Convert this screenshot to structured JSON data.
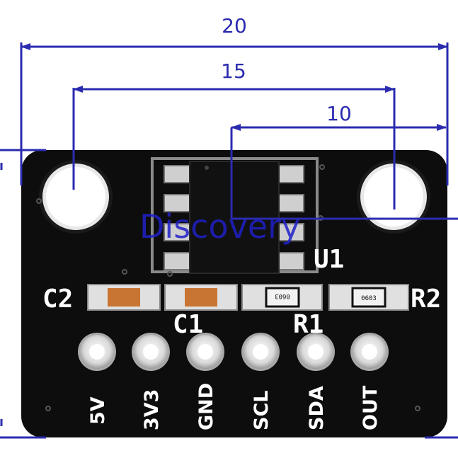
{
  "dimensions": {
    "width_total": "20",
    "hole_spacing": "15",
    "ic_offset": "10"
  },
  "board": {
    "ic_ref": "U1",
    "components": {
      "c2": "C2",
      "c1": "C1",
      "r1": "R1",
      "r2": "R2",
      "r1_code": "0603",
      "r2_code": "0603"
    },
    "pins": [
      "5V",
      "3V3",
      "GND",
      "SCL",
      "SDA",
      "OUT"
    ]
  },
  "watermark": "Discovery",
  "colors": {
    "dimension_line": "#2b2bb0",
    "board": "#0d0d0d",
    "silkscreen": "#ffffff",
    "capacitor": "#c87533"
  }
}
